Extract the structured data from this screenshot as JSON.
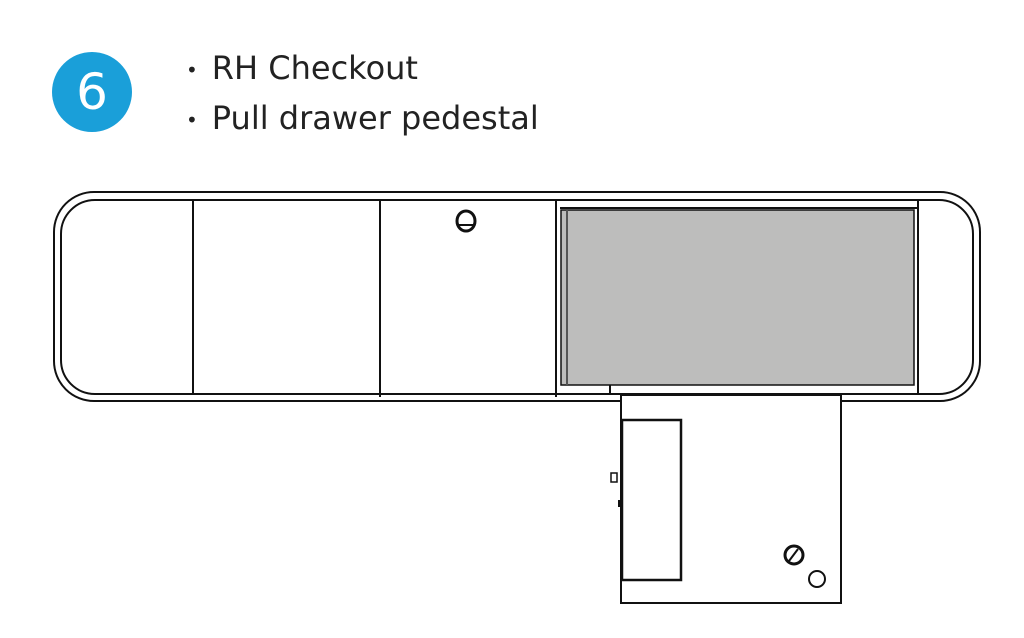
{
  "step_number": "6",
  "bullets": [
    "RH Checkout",
    "Pull drawer pedestal"
  ],
  "colors": {
    "badge": "#1a9fd9",
    "highlight": "#bdbdbc"
  }
}
